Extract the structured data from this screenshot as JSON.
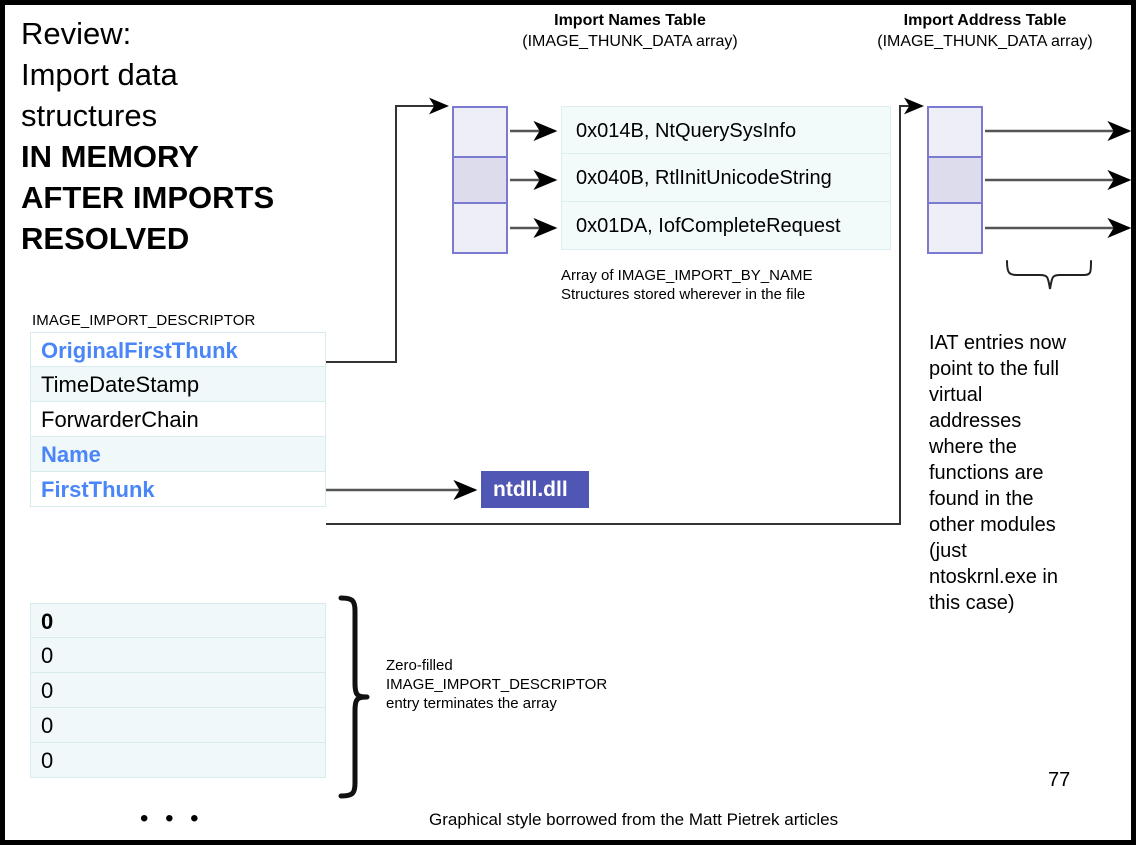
{
  "slide": {
    "page_number": "77",
    "footer_note": "Graphical style borrowed from the Matt Pietrek articles",
    "accent_blue": "#4a86f7",
    "chip_purple": "#4f56b3",
    "thunk_border": "#7a7ad0"
  },
  "title": {
    "line1": "Review:",
    "line2": "Import data",
    "line3": "structures",
    "line4": "IN MEMORY",
    "line5": "AFTER IMPORTS",
    "line6": "RESOLVED"
  },
  "int_header": {
    "heading": "Import Names Table",
    "subheading": "(IMAGE_THUNK_DATA array)"
  },
  "iat_header": {
    "heading": "Import Address Table",
    "subheading": "(IMAGE_THUNK_DATA array)"
  },
  "descriptor": {
    "label": "IMAGE_IMPORT_DESCRIPTOR",
    "fields": [
      {
        "name": "OriginalFirstThunk",
        "highlight": true
      },
      {
        "name": "TimeDateStamp",
        "highlight": false
      },
      {
        "name": "ForwarderChain",
        "highlight": false
      },
      {
        "name": "Name",
        "highlight": true
      },
      {
        "name": "FirstThunk",
        "highlight": true
      }
    ],
    "zero_entries": [
      "0",
      "0",
      "0",
      "0",
      "0"
    ],
    "ellipsis": "• • •"
  },
  "import_by_name": {
    "entries": [
      "0x014B, NtQuerySysInfo",
      "0x040B, RtlInitUnicodeString",
      "0x01DA, IofCompleteRequest"
    ],
    "note_line1": "Array of IMAGE_IMPORT_BY_NAME",
    "note_line2": "Structures stored wherever in the file"
  },
  "dll_chip": {
    "label": "ntdll.dll"
  },
  "iat_note": {
    "text": "IAT entries now point to the full virtual addresses where the functions are found in the other modules (just ntoskrnl.exe in this case)"
  },
  "zero_note": {
    "line1": "Zero-filled",
    "line2": "IMAGE_IMPORT_DESCRIPTOR",
    "line3": "entry terminates the array"
  }
}
